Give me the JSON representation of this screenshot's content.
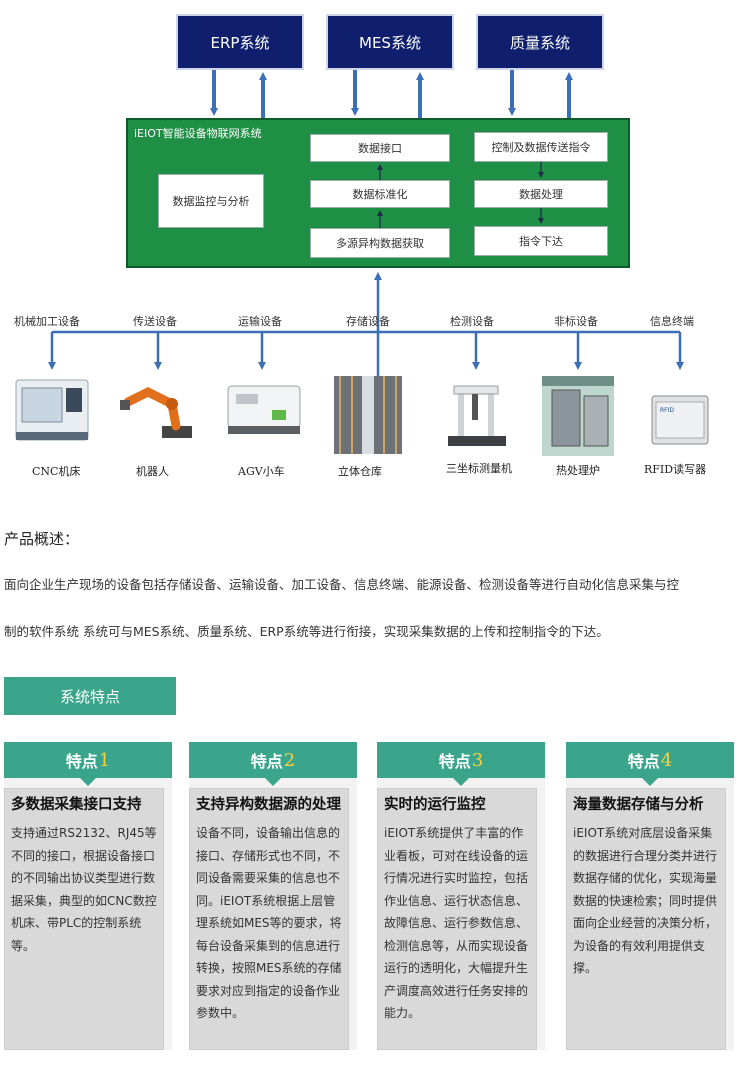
{
  "diagram": {
    "top_systems": [
      "ERP系统",
      "MES系统",
      "质量系统"
    ],
    "iot_title": "iEIOT智能设备物联网系统",
    "monitor_box": "数据监控与分析",
    "left_column": [
      "数据接口",
      "数据标准化",
      "多源异构数据获取"
    ],
    "right_column": [
      "控制及数据传送指令",
      "数据处理",
      "指令下达"
    ],
    "device_categories": [
      "机械加工设备",
      "传送设备",
      "运输设备",
      "存储设备",
      "检测设备",
      "非标设备",
      "信息终端"
    ],
    "device_names": [
      "CNC机床",
      "机器人",
      "AGV小车",
      "立体仓库",
      "三坐标测量机",
      "热处理炉",
      "RFID读写器"
    ],
    "rfid_tag": "RFID"
  },
  "overview": {
    "title": "产品概述：",
    "line1": "面向企业生产现场的设备包括存储设备、运输设备、加工设备、信息终端、能源设备、检测设备等进行自动化信息采集与控",
    "line2": "制的软件系统 系统可与MES系统、质量系统、ERP系统等进行衔接，实现采集数据的上传和控制指令的下达。"
  },
  "features_banner": "系统特点",
  "features": [
    {
      "label": "特点",
      "num": "1",
      "title": "多数据采集接口支持",
      "text": "支持通过RS2132、RJ45等不同的接口，根据设备接口的不同输出协议类型进行数据采集，典型的如CNC数控机床、带PLC的控制系统等。"
    },
    {
      "label": "特点",
      "num": "2",
      "title": "支持异构数据源的处理",
      "text": "设备不同，设备输出信息的接口、存储形式也不同，不同设备需要采集的信息也不同。iEIOT系统根据上层管理系统如MES等的要求，将每台设备采集到的信息进行转换，按照MES系统的存储要求对应到指定的设备作业参数中。"
    },
    {
      "label": "特点",
      "num": "3",
      "title": "实时的运行监控",
      "text": "iEIOT系统提供了丰富的作业看板，可对在线设备的运行情况进行实时监控，包括作业信息、运行状态信息、故障信息、运行参数信息、检测信息等，从而实现设备运行的透明化，大幅提升生产调度高效进行任务安排的能力。"
    },
    {
      "label": "特点",
      "num": "4",
      "title": "海量数据存储与分析",
      "text": "iEIOT系统对底层设备采集的数据进行合理分类并进行数据存储的优化，实现海量数据的快速检索；同时提供面向企业经营的决策分析，为设备的有效利用提供支撑。"
    }
  ]
}
